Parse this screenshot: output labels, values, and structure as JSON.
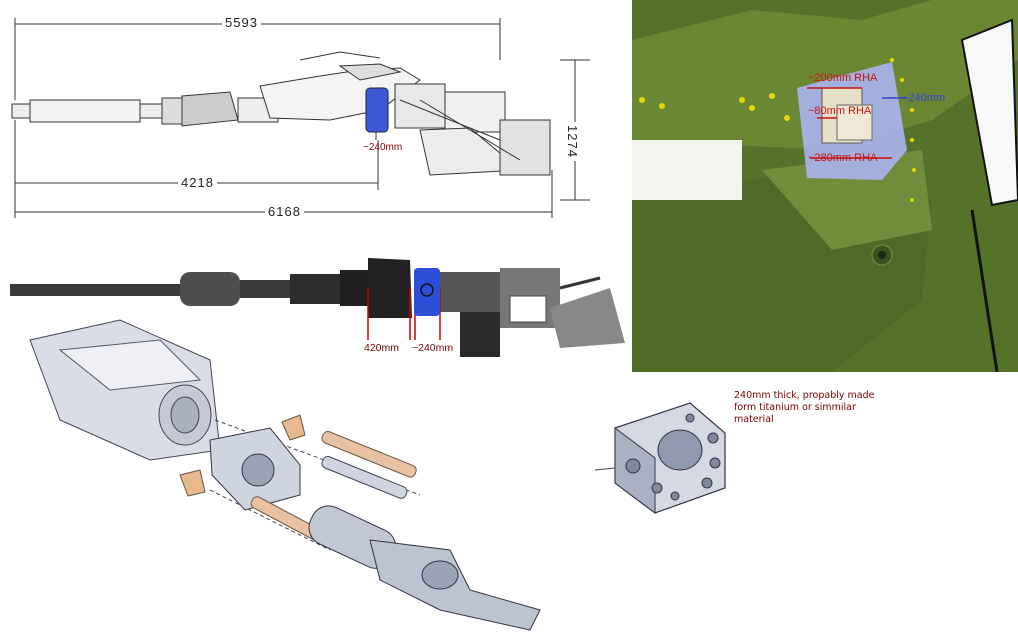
{
  "top_drawing": {
    "dim_overall_top": "5593",
    "dim_mid": "4218",
    "dim_bottom": "6168",
    "dim_height": "1274",
    "label_block": "~240mm",
    "colors": {
      "block": "#3f58d8",
      "line": "#333333"
    }
  },
  "middle_photo": {
    "label_left": "420mm",
    "label_right": "~240mm",
    "colors": {
      "marker": "#cc0000",
      "block": "#2b4fd6"
    }
  },
  "armor_photo": {
    "lbl_200": "~200mm RHA",
    "lbl_240": "~240mm",
    "lbl_80": "~80mm RHA",
    "lbl_280": "~280mm RHA",
    "colors": {
      "green": "#5d7a2b",
      "overlay": "#aab4ee",
      "red": "#cc1111",
      "blue": "#3344cc"
    }
  },
  "detail": {
    "note": "240mm thick, propably made form titanium or simmilar material"
  }
}
